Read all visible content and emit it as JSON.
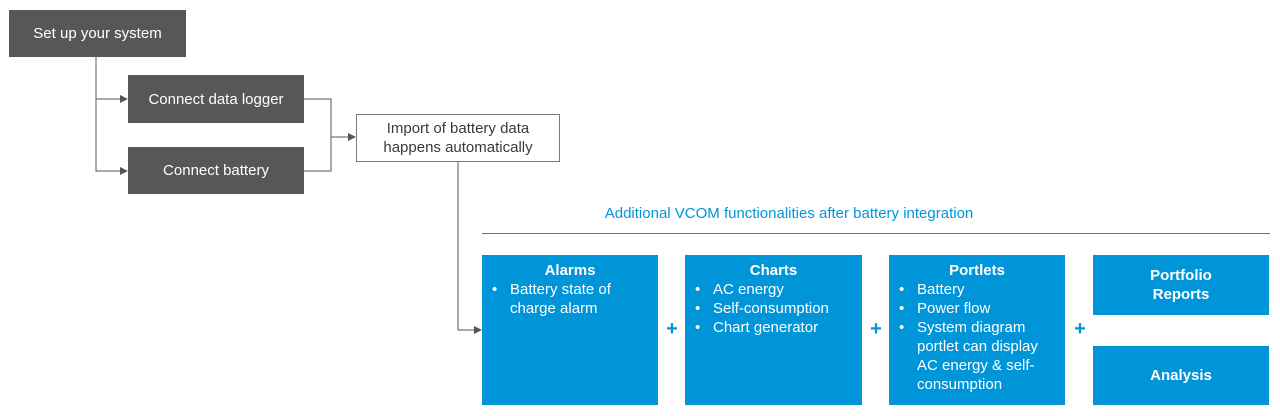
{
  "colors": {
    "dark_box": "#575757",
    "accent_blue": "#0095d9",
    "line": "#555555"
  },
  "steps": {
    "setup": "Set up your system",
    "logger": "Connect data logger",
    "battery": "Connect battery",
    "import_line1": "Import of battery data",
    "import_line2": "happens automatically"
  },
  "functionalities": {
    "heading": "Additional VCOM functionalities after battery integration",
    "plus": "+",
    "bullet": "•",
    "alarms": {
      "title": "Alarms",
      "items": [
        "Battery state of charge alarm"
      ]
    },
    "charts": {
      "title": "Charts",
      "items": [
        "AC energy",
        "Self-consumption",
        "Chart generator"
      ]
    },
    "portlets": {
      "title": "Portlets",
      "items": [
        "Battery",
        "Power flow",
        "System diagram portlet can display AC energy & self-consumption"
      ]
    },
    "portfolio_line1": "Portfolio",
    "portfolio_line2": "Reports",
    "analysis": "Analysis"
  }
}
